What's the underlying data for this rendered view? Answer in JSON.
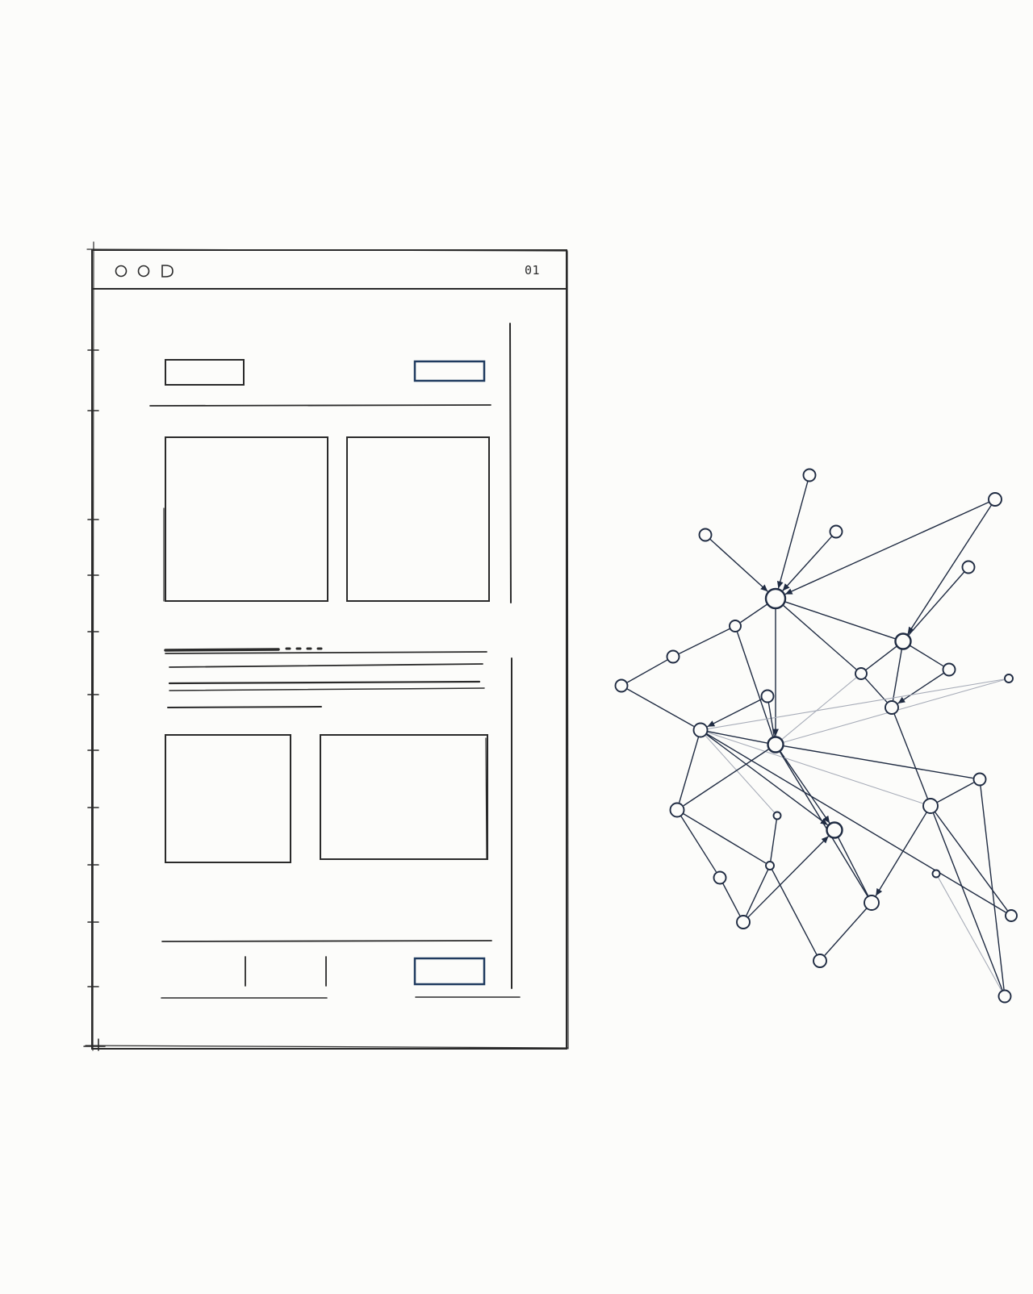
{
  "wireframe": {
    "window_controls": [
      "O",
      "O",
      "D"
    ],
    "page_number": "01",
    "ink_color": "#2a2a2a",
    "accent_color": "#1f3a5f",
    "accent_elements": [
      "header-action-button",
      "footer-action-button"
    ]
  },
  "network": {
    "node_stroke": "#1f2b42",
    "edge_color": "#1f2b42",
    "faint_edge_color": "#a7acb8",
    "node_shape": "circle-icon"
  }
}
